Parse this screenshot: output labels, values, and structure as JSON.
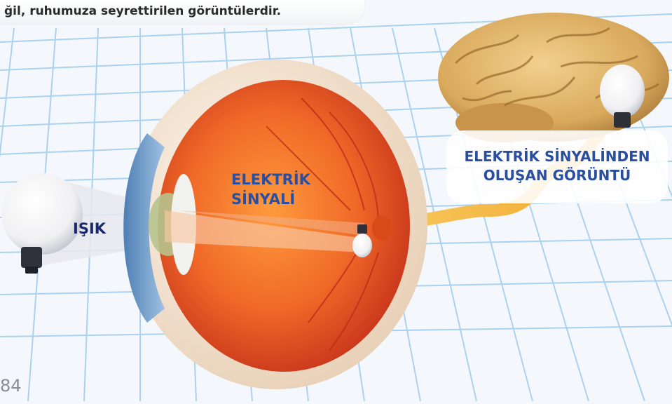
{
  "caption": "ğil, ruhumuza seyrettirilen görüntülerdir.",
  "labels": {
    "light": "IŞIK",
    "signal_line1": "ELEKTRİK",
    "signal_line2": "SİNYALİ",
    "image_line1": "ELEKTRİK SİNYALİNDEN",
    "image_line2": "OLUŞAN GÖRÜNTÜ"
  },
  "page_number": "84",
  "colors": {
    "background": "#f4f7fb",
    "grid_lines": "#6fb4e6",
    "eye_outer": "#e8502a",
    "sclera": "#f3e7d8",
    "iris": "#6a98c8",
    "brain": "#d9b06a",
    "optic_nerve": "#f2b640",
    "label_blue": "#2a4fa0",
    "label_dark": "#1a2a6c"
  }
}
